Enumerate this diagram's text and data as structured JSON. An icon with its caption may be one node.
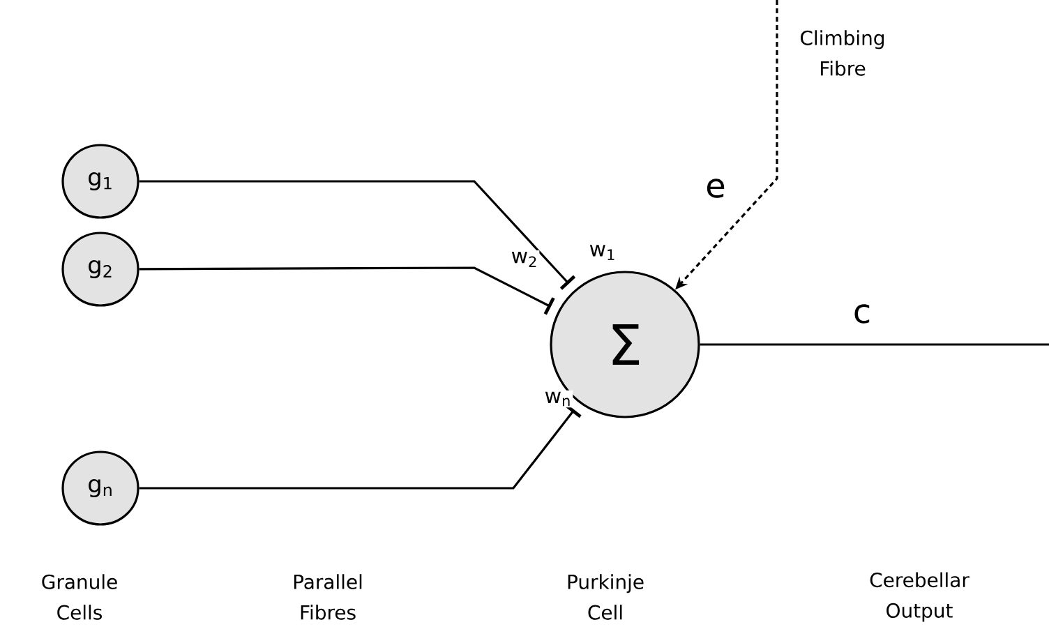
{
  "diagram": {
    "nodes": [
      {
        "text": [
          "g$_{1}$"
        ]
      },
      {
        "text": [
          "g$_{2}$"
        ]
      },
      {
        "text": [
          "g$_{n}$"
        ]
      },
      {
        "text": [
          "Σ"
        ]
      }
    ],
    "edges": [
      {
        "from": 0,
        "to": 3,
        "arrow": "other",
        "label": "w$_{1}$"
      },
      {
        "from": 1,
        "to": 3,
        "arrow": "other",
        "label": "w$_{2}$"
      },
      {
        "from": 2,
        "to": 3,
        "arrow": "other",
        "label": "w$_{n}$"
      },
      {
        "from": null,
        "to": 3,
        "arrow": "to",
        "style": "dashed",
        "label": "e"
      },
      {
        "from": 3,
        "to": null,
        "arrow": "none",
        "label": "c"
      }
    ],
    "labels": [
      "Climbing Fibre",
      "Granule Cells",
      "Parallel Fibres",
      "Purkinje Cell",
      "Cerebellar Output"
    ]
  }
}
